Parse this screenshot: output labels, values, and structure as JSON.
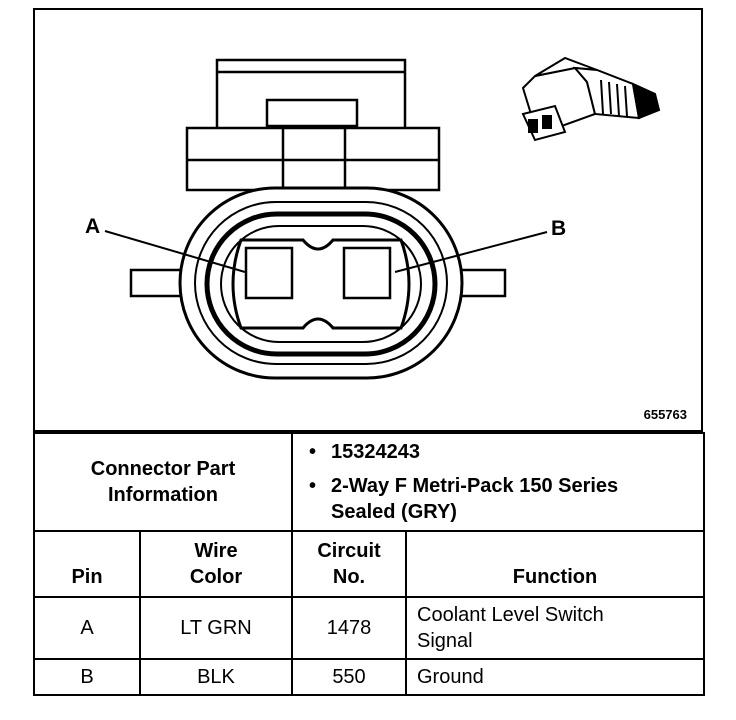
{
  "figure": {
    "callout_a": "A",
    "callout_b": "B",
    "figure_number": "655763"
  },
  "connector_info": {
    "label": "Connector Part Information",
    "items": [
      "15324243",
      "2-Way F Metri-Pack 150 Series Sealed (GRY)"
    ]
  },
  "pin_table": {
    "headers": [
      "Pin",
      "Wire Color",
      "Circuit No.",
      "Function"
    ],
    "rows": [
      {
        "pin": "A",
        "wire_color": "LT GRN",
        "circuit": "1478",
        "function": "Coolant Level Switch Signal"
      },
      {
        "pin": "B",
        "wire_color": "BLK",
        "circuit": "550",
        "function": "Ground"
      }
    ]
  }
}
